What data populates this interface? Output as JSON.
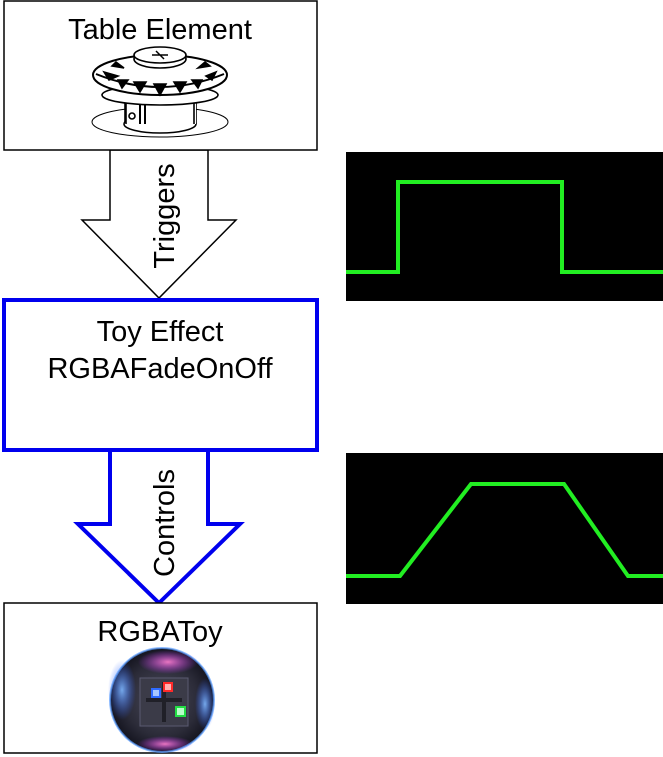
{
  "nodes": {
    "table_element": {
      "title": "Table Element",
      "icon": "pinball-bumper-icon"
    },
    "toy_effect": {
      "title_line1": "Toy Effect",
      "title_line2": "RGBAFadeOnOff"
    },
    "toy": {
      "title": "RGBAToy",
      "icon": "rgb-led-board-icon"
    }
  },
  "edges": {
    "triggers": {
      "label": "Triggers"
    },
    "controls": {
      "label": "Controls"
    }
  },
  "graphs": {
    "trigger_signal": {
      "shape": "square-pulse",
      "line_color": "#22ee22",
      "background": "#000000"
    },
    "fade_signal": {
      "shape": "trapezoid-fade",
      "line_color": "#22ee22",
      "background": "#000000"
    }
  },
  "colors": {
    "highlight_border": "#0000ee",
    "border": "#000000",
    "signal": "#22ee22"
  }
}
